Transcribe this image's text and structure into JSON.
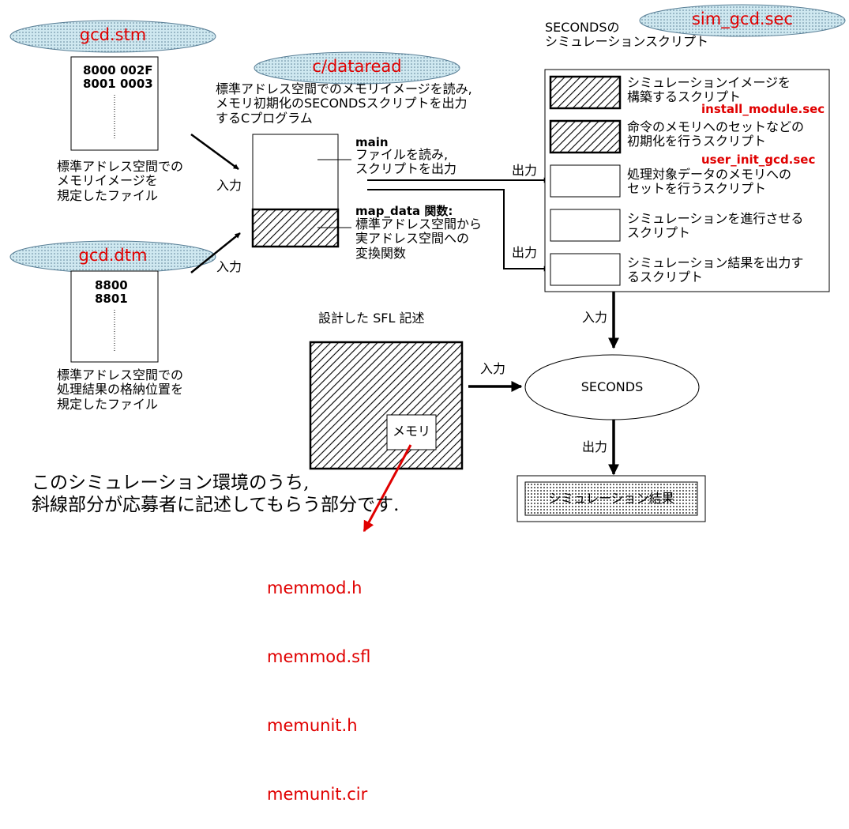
{
  "tags": {
    "gcd_stm": "gcd.stm",
    "gcd_dtm": "gcd.dtm",
    "c_dataread": "c/dataread",
    "sim_gcd_sec": "sim_gcd.sec"
  },
  "stm_box": {
    "line1": "8000 002F",
    "line2": "8001 0003"
  },
  "dtm_box": {
    "line1": "8800",
    "line2": "8801"
  },
  "stm_caption": "標準アドレス空間での\nメモリイメージを\n規定したファイル",
  "dtm_caption": "標準アドレス空間での\n処理結果の格納位置を\n規定したファイル",
  "dataread_desc": "標準アドレス空間でのメモリイメージを読み,\nメモリ初期化のSECONDSスクリプトを出力\nするCプログラム",
  "main_label": "main",
  "main_desc": "ファイルを読み,\nスクリプトを出力",
  "mapdata_label": "map_data 関数:",
  "mapdata_desc": "標準アドレス空間から\n実アドレス空間への\n変換関数",
  "labels": {
    "input": "入力",
    "output": "出力"
  },
  "seconds_title": "SECONDSの\nシミュレーションスクリプト",
  "scripts": [
    {
      "text": "シミュレーションイメージを\n構築するスクリプト",
      "file": "install_module.sec"
    },
    {
      "text": "命令のメモリへのセットなどの\n初期化を行うスクリプト",
      "file": "user_init_gcd.sec"
    },
    {
      "text": "処理対象データのメモリへの\nセットを行うスクリプト",
      "file": ""
    },
    {
      "text": "シミュレーションを進行させる\nスクリプト",
      "file": ""
    },
    {
      "text": "シミュレーション結果を出力す\nるスクリプト",
      "file": ""
    }
  ],
  "sfl_title": "設計した SFL 記述",
  "memory_label": "メモリ",
  "seconds_label": "SECONDS",
  "result_label": "シミュレーション結果",
  "note": "このシミュレーション環境のうち,\n斜線部分が応募者に記述してもらう部分です.",
  "files": [
    "memmod.h",
    "memmod.sfl",
    "memunit.h",
    "memunit.cir"
  ],
  "colors": {
    "tag_fill": "#cfe8f0",
    "accent_red": "#e00000"
  }
}
